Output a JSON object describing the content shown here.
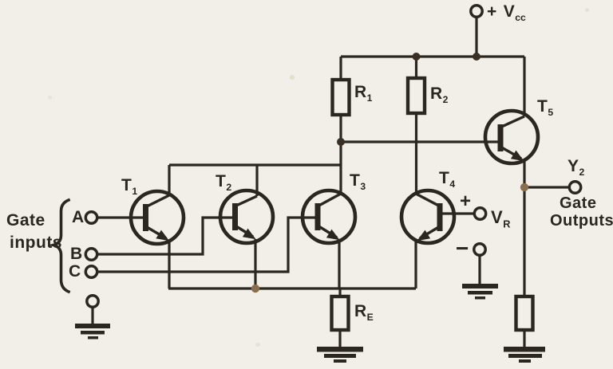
{
  "figure": {
    "background_color": "#f2efe8",
    "line_color": "#2b2620",
    "junction_dot_dark": "#3a2f24",
    "junction_dot_brown": "#8a6f4e"
  },
  "left_panel": {
    "group_label_line1": "Gate",
    "group_label_line2": "inputs",
    "inputs": [
      {
        "label": "A"
      },
      {
        "label": "B"
      },
      {
        "label": "C"
      }
    ]
  },
  "components": {
    "t1": {
      "base": "T",
      "sub": "1"
    },
    "t2": {
      "base": "T",
      "sub": "2"
    },
    "t3": {
      "base": "T",
      "sub": "3"
    },
    "t4": {
      "base": "T",
      "sub": "4"
    },
    "t5": {
      "base": "T",
      "sub": "5"
    },
    "r1": {
      "base": "R",
      "sub": "1"
    },
    "r2": {
      "base": "R",
      "sub": "2"
    },
    "re": {
      "base": "R",
      "sub": "E"
    }
  },
  "supplies": {
    "vcc": {
      "plus": "+",
      "base": "V",
      "sub": "cc"
    },
    "vr": {
      "plus": "+",
      "minus": "−",
      "base": "V",
      "sub": "R"
    }
  },
  "output": {
    "y2": {
      "base": "Y",
      "sub": "2"
    },
    "label_line1": "Gate",
    "label_line2": "Outputs"
  }
}
